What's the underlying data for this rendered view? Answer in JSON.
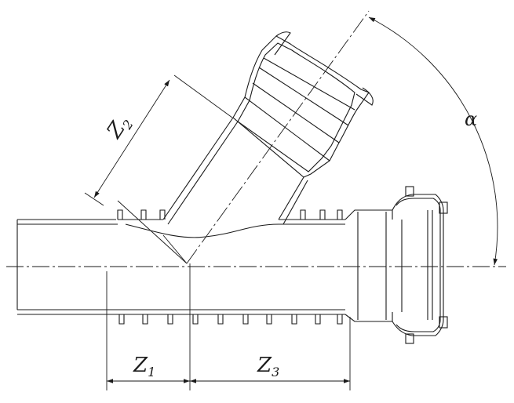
{
  "labels": {
    "z1": "Z",
    "z1_sub": "1",
    "z2": "Z",
    "z2_sub": "2",
    "z3": "Z",
    "z3_sub": "3",
    "angle": "α"
  },
  "colors": {
    "line": "#1a1a1a",
    "background": "#ffffff"
  }
}
